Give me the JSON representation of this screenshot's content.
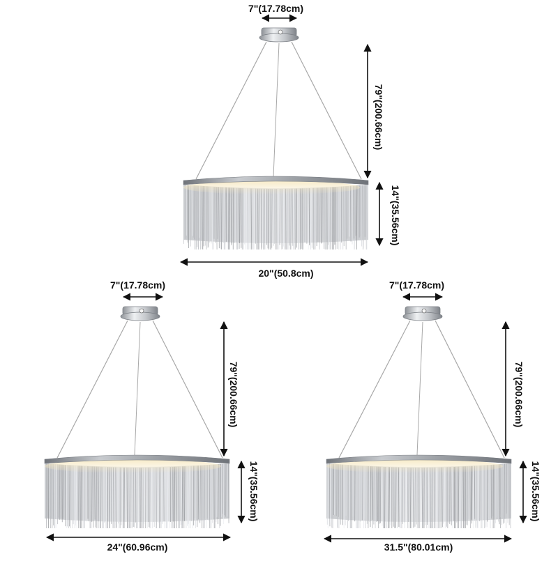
{
  "fixtures": [
    {
      "canopy_width": "7\"(17.78cm)",
      "drop_height": "79\"(200.66cm)",
      "fixture_height": "14\"(35.56cm)",
      "diameter": "20\"(50.8cm)"
    },
    {
      "canopy_width": "7\"(17.78cm)",
      "drop_height": "79\"(200.66cm)",
      "fixture_height": "14\"(35.56cm)",
      "diameter": "24\"(60.96cm)"
    },
    {
      "canopy_width": "7\"(17.78cm)",
      "drop_height": "79\"(200.66cm)",
      "fixture_height": "14\"(35.56cm)",
      "diameter": "31.5\"(80.01cm)"
    }
  ],
  "colors": {
    "chrome": "#c9ccd0",
    "chrome_dark": "#7b7f85",
    "glow": "#f3e6c4",
    "tassel": "#b9bcc2",
    "line": "#111111",
    "cable": "#a8a8a8"
  }
}
